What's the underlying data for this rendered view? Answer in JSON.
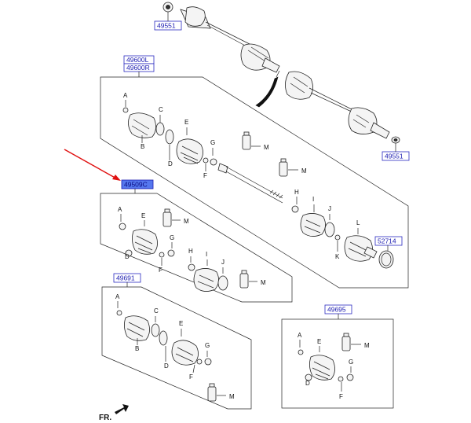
{
  "part_numbers": {
    "outer_shaft_top": "49551",
    "outer_shaft_bottom": "49551",
    "assembly_left": "49600L",
    "assembly_right": "49600R",
    "inner_joint_kit": "49509C",
    "outer_joint_kit": "49691",
    "boot_kit": "49695",
    "seal_ring": "52714"
  },
  "letters": {
    "A": "A",
    "B": "B",
    "C": "C",
    "D": "D",
    "E": "E",
    "F": "F",
    "G": "G",
    "H": "H",
    "I": "I",
    "J": "J",
    "K": "K",
    "L": "L",
    "M": "M"
  },
  "direction_label": "FR."
}
